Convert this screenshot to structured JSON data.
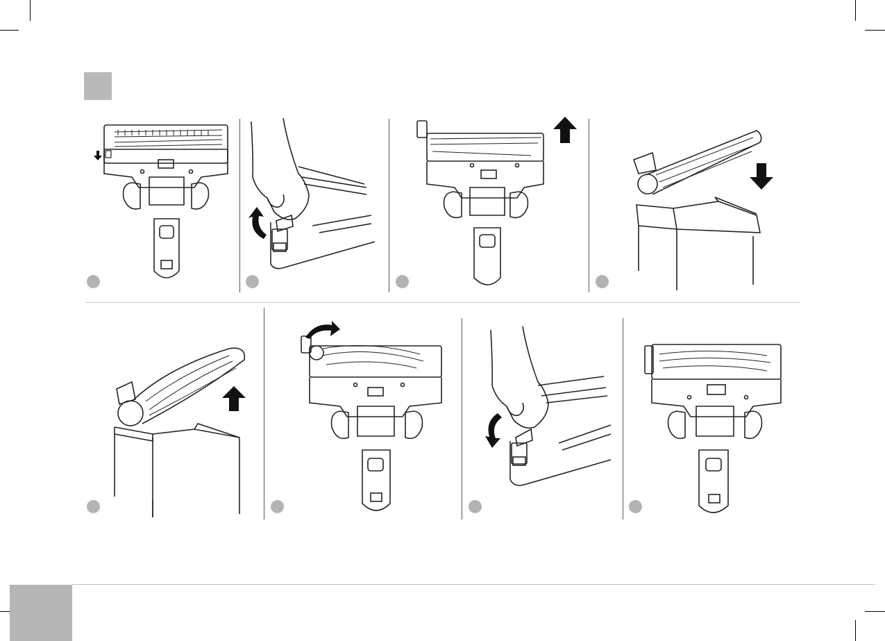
{
  "document": {
    "type": "instruction-illustration-page",
    "colors": {
      "section_marker": "#b9b9b9",
      "page_marker": "#b5b5b5",
      "line_art": "#222222",
      "step_dot": "#b3b3b3"
    },
    "steps": [
      {
        "panel": "brush-head-with-release-button",
        "icons": [
          "down-arrow-icon"
        ]
      },
      {
        "panel": "hand-lifting-cap",
        "icons": [
          "curved-up-arrow-icon"
        ]
      },
      {
        "panel": "brush-head-cap-opened",
        "icons": [
          "up-arrow-icon"
        ]
      },
      {
        "panel": "brushroll-into-box",
        "icons": [
          "down-arrow-icon"
        ]
      },
      {
        "panel": "brushroll-out-of-box",
        "icons": [
          "up-arrow-icon"
        ]
      },
      {
        "panel": "brushroll-inserted",
        "icons": [
          "curved-right-arrow-icon"
        ]
      },
      {
        "panel": "hand-closing-cap",
        "icons": [
          "curved-down-arrow-icon"
        ]
      },
      {
        "panel": "brush-head-assembled",
        "icons": []
      }
    ]
  }
}
